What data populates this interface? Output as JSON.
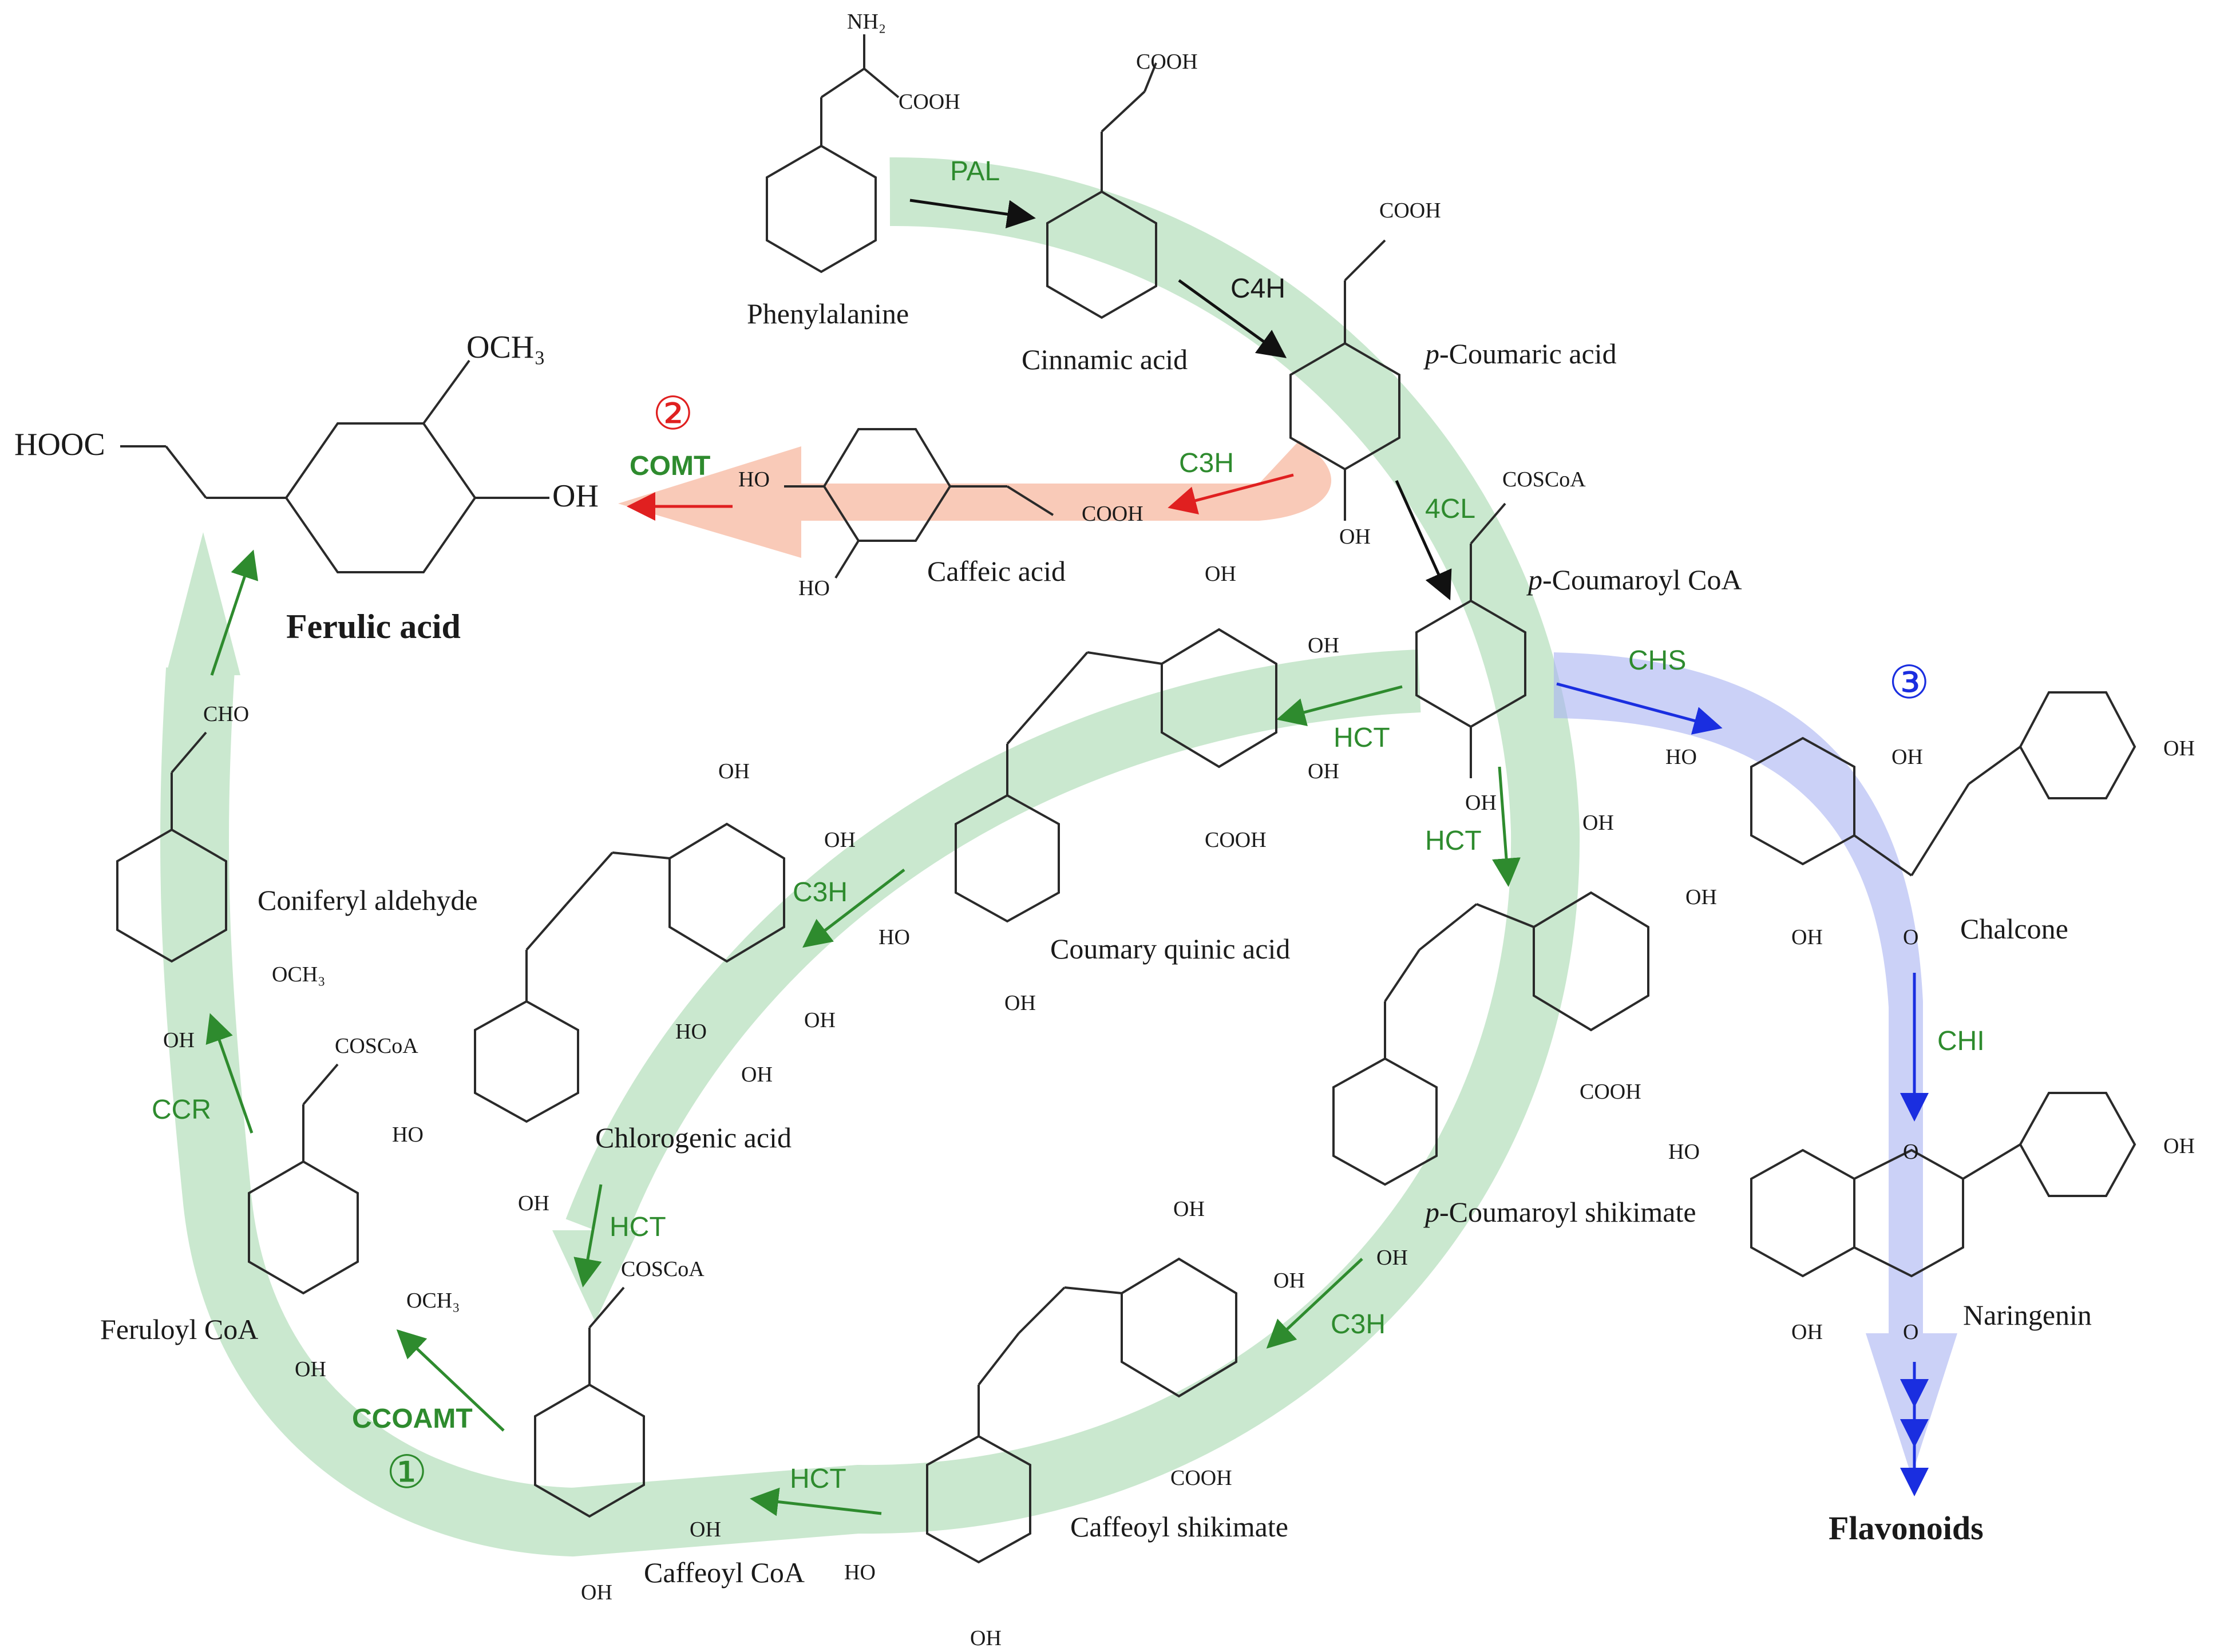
{
  "compounds": {
    "phenylalanine": "Phenylalanine",
    "cinnamic_acid": "Cinnamic acid",
    "p_coumaric_acid_prefix": "p",
    "p_coumaric_acid_rest": "-Coumaric acid",
    "p_coumaroyl_coa_prefix": "p",
    "p_coumaroyl_coa_rest": "-Coumaroyl CoA",
    "caffeic_acid": "Caffeic acid",
    "ferulic_acid": "Ferulic acid",
    "coumary_quinic_acid": "Coumary quinic acid",
    "chlorogenic_acid": "Chlorogenic acid",
    "p_coumaroyl_shikimate_prefix": "p",
    "p_coumaroyl_shikimate_rest": "-Coumaroyl shikimate",
    "caffeoyl_shikimate": "Caffeoyl shikimate",
    "caffeoyl_coa": "Caffeoyl CoA",
    "feruloyl_coa": "Feruloyl CoA",
    "coniferyl_aldehyde": "Coniferyl aldehyde",
    "chalcone": "Chalcone",
    "naringenin": "Naringenin",
    "flavonoids": "Flavonoids"
  },
  "enzymes": {
    "pal": "PAL",
    "c4h": "C4H",
    "four_cl": "4CL",
    "c3h_red": "C3H",
    "comt": "COMT",
    "hct_1": "HCT",
    "hct_2": "HCT",
    "c3h_1": "C3H",
    "hct_3": "HCT",
    "c3h_2": "C3H",
    "hct_4": "HCT",
    "ccoamt": "CCOAMT",
    "ccr": "CCR",
    "chs": "CHS",
    "chi": "CHI"
  },
  "pathway_markers": {
    "m1": "①",
    "m2": "②",
    "m3": "③"
  },
  "chemical_groups": {
    "nh2": "NH₂",
    "cooh": "COOH",
    "hooc": "HOOC",
    "och3": "OCH₃",
    "oh": "OH",
    "ho": "HO",
    "coscoa": "COSCoA",
    "cho": "CHO",
    "o": "O"
  },
  "colors": {
    "main_pathway": "#9fd6a8",
    "caffeic_branch": "#f7b49a",
    "flavonoid_branch": "#a9b2f2",
    "main_arrows": "#2e8b2e",
    "red_arrows": "#e02020",
    "blue_arrows": "#1a2ee0",
    "structure": "#2a2a2a"
  }
}
